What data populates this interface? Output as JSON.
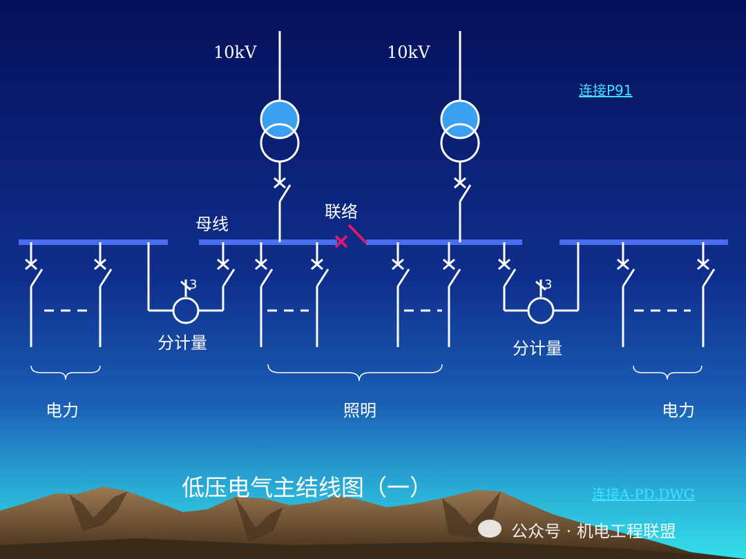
{
  "voltage_labels": [
    "10kV",
    "10kV"
  ],
  "links": {
    "top": "连接P91",
    "bottom": "连接A-PD.DWG"
  },
  "labels": {
    "busbar": "母线",
    "tie": "联络",
    "submeter_left": "分计量",
    "submeter_right": "分计量",
    "ct_left": "3",
    "ct_right": "3",
    "power_left": "电力",
    "lighting": "照明",
    "power_right": "电力"
  },
  "title": "低压电气主结线图（一）",
  "watermark": "公众号 · 机电工程联盟",
  "colors": {
    "bus": "#4a6df0",
    "transformer_fill": "#3aa0f0",
    "tie_mark": "#e0186a",
    "link": "#3fe3ff",
    "sky_top": "#05105a",
    "sky_bottom": "#2fd6ea"
  }
}
